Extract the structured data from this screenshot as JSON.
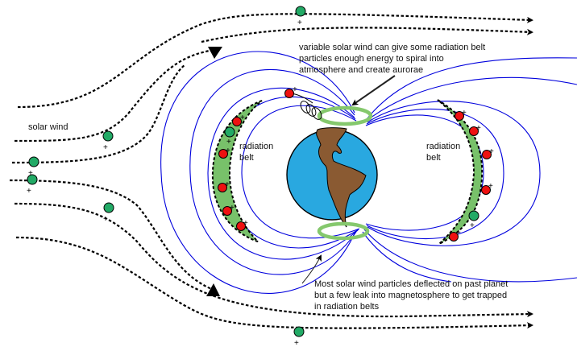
{
  "title": "Earth's magnetosphere and radiation belts",
  "labels": {
    "solar_wind": "solar wind",
    "belt_left_1": "radiation",
    "belt_left_2": "belt",
    "belt_right_1": "radiation",
    "belt_right_2": "belt",
    "aurora_note": [
      "variable solar wind can give some radiation belt",
      "particles enough energy to spiral into",
      "atmosphere and create aurorae"
    ],
    "deflect_note": [
      "Most solar wind particles deflected on past planet",
      "but a few leak into magnetosphere to get trapped",
      "in radiation belts"
    ]
  },
  "particle_charge_symbol": "+",
  "colors": {
    "ocean": "#29a8e0",
    "land": "#8a5a32",
    "field_lines": "#0000dd",
    "belt_fill": "#78c16a",
    "aurora_ring": "#85c86d",
    "proton_green": "#22aa66",
    "particle_red": "#ee1111"
  }
}
